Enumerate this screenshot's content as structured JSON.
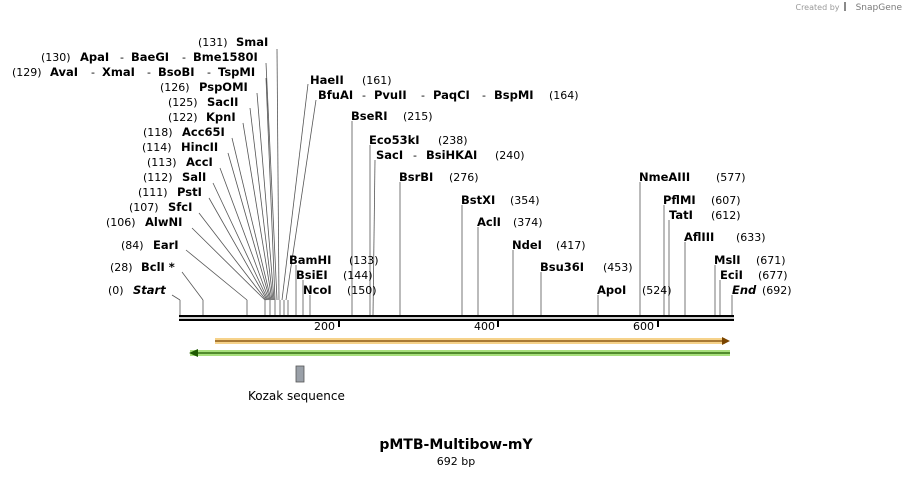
{
  "watermark": {
    "prefix": "Created by",
    "brand": "SnapGene"
  },
  "plasmid": {
    "name": "pMTB-Multibow-mY",
    "length_label": "692 bp"
  },
  "scale_ticks": [
    "200",
    "400",
    "600"
  ],
  "features": {
    "kozak_label": "Kozak sequence"
  },
  "colors": {
    "orange_feature": "#f0a030",
    "green_feature": "#77cc44",
    "kozak_box": "#9aa0a8",
    "backbone": "#000000"
  },
  "sites": [
    {
      "name": "SmaI",
      "pos": "(131)"
    },
    {
      "name": "ApaI",
      "pos": "(130)"
    },
    {
      "name": "BaeGI",
      "pos": ""
    },
    {
      "name": "Bme1580I",
      "pos": ""
    },
    {
      "name": "AvaI",
      "pos": "(129)"
    },
    {
      "name": "XmaI",
      "pos": ""
    },
    {
      "name": "BsoBI",
      "pos": ""
    },
    {
      "name": "TspMI",
      "pos": ""
    },
    {
      "name": "PspOMI",
      "pos": "(126)"
    },
    {
      "name": "SacII",
      "pos": "(125)"
    },
    {
      "name": "KpnI",
      "pos": "(122)"
    },
    {
      "name": "Acc65I",
      "pos": "(118)"
    },
    {
      "name": "HincII",
      "pos": "(114)"
    },
    {
      "name": "AccI",
      "pos": "(113)"
    },
    {
      "name": "SalI",
      "pos": "(112)"
    },
    {
      "name": "PstI",
      "pos": "(111)"
    },
    {
      "name": "SfcI",
      "pos": "(107)"
    },
    {
      "name": "AlwNI",
      "pos": "(106)"
    },
    {
      "name": "EarI",
      "pos": "(84)"
    },
    {
      "name": "BclI *",
      "pos": "(28)"
    },
    {
      "name": "Start",
      "pos": "(0)"
    },
    {
      "name": "HaeII",
      "pos": "(161)"
    },
    {
      "name": "BfuAI",
      "pos": ""
    },
    {
      "name": "PvuII",
      "pos": ""
    },
    {
      "name": "PaqCI",
      "pos": ""
    },
    {
      "name": "BspMI",
      "pos": "(164)"
    },
    {
      "name": "BseRI",
      "pos": "(215)"
    },
    {
      "name": "Eco53kI",
      "pos": "(238)"
    },
    {
      "name": "SacI",
      "pos": ""
    },
    {
      "name": "BsiHKAI",
      "pos": "(240)"
    },
    {
      "name": "BsrBI",
      "pos": "(276)"
    },
    {
      "name": "BstXI",
      "pos": "(354)"
    },
    {
      "name": "AclI",
      "pos": "(374)"
    },
    {
      "name": "NdeI",
      "pos": "(417)"
    },
    {
      "name": "Bsu36I",
      "pos": "(453)"
    },
    {
      "name": "ApoI",
      "pos": "(524)"
    },
    {
      "name": "NmeAIII",
      "pos": "(577)"
    },
    {
      "name": "PflMI",
      "pos": "(607)"
    },
    {
      "name": "TatI",
      "pos": "(612)"
    },
    {
      "name": "AflIII",
      "pos": "(633)"
    },
    {
      "name": "MslI",
      "pos": "(671)"
    },
    {
      "name": "EciI",
      "pos": "(677)"
    },
    {
      "name": "End",
      "pos": "(692)"
    },
    {
      "name": "BamHI",
      "pos": "(133)"
    },
    {
      "name": "BsiEI",
      "pos": "(144)"
    },
    {
      "name": "NcoI",
      "pos": "(150)"
    }
  ]
}
